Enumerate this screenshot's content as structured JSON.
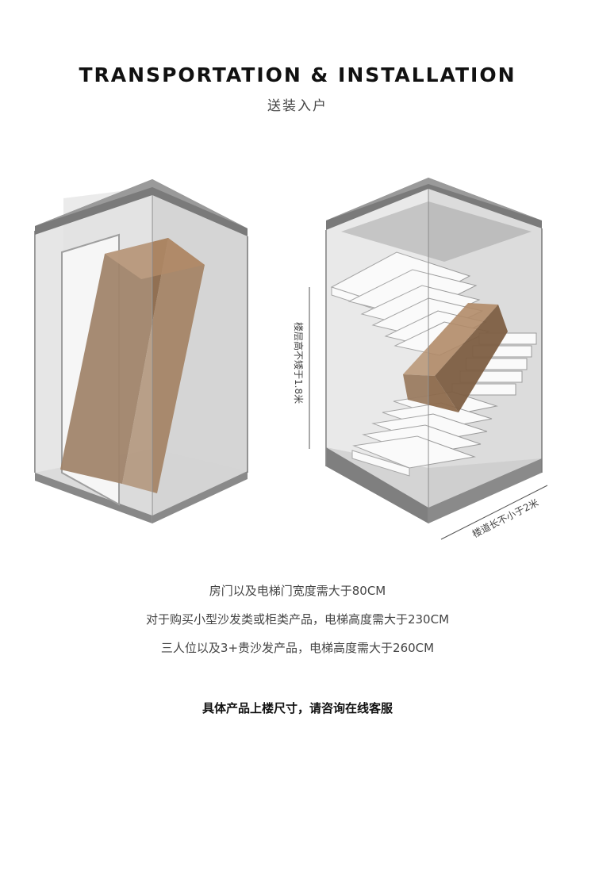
{
  "header": {
    "title": "TRANSPORTATION & INSTALLATION",
    "subtitle": "送装入户"
  },
  "illustrations": {
    "stair_height_label": "楼层高不矮于1.8米",
    "stair_length_label": "楼道长不小于2米"
  },
  "notes": [
    "房门以及电梯门宽度需大于80CM",
    "对于购买小型沙发类或柜类产品，电梯高度需大于230CM",
    "三人位以及3+贵沙发产品，电梯高度需大于260CM"
  ],
  "contact": "具体产品上楼尺寸，请咨询在线客服",
  "colors": {
    "box": "#8d6a4c",
    "frame": "#6e6e6e",
    "glass": "#d8d8d8"
  }
}
